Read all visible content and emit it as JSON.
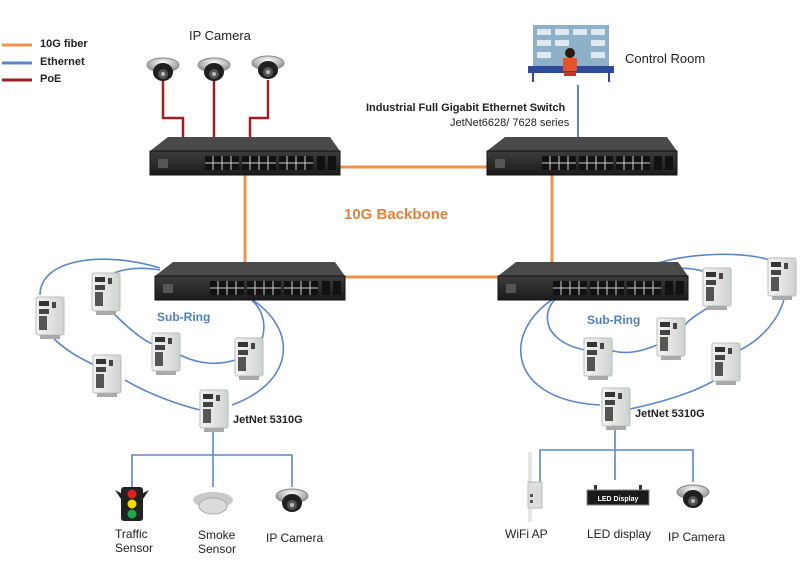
{
  "legend": [
    {
      "label": "10G fiber",
      "color": "#f0944a"
    },
    {
      "label": "Ethernet",
      "color": "#5b86c9"
    },
    {
      "label": "PoE",
      "color": "#a11d21"
    }
  ],
  "colors": {
    "fiber": "#f0944a",
    "ethernet": "#5b86c9",
    "poe": "#a11d21",
    "switch_body": "#2a2a2a",
    "din_switch": "#e9ece8"
  },
  "labels": {
    "top_cameras": "IP Camera",
    "control_room": "Control Room",
    "switch_title": "Industrial Full Gigabit Ethernet Switch",
    "switch_model": "JetNet6628/ 7628 series",
    "backbone": "10G Backbone",
    "subring_left": "Sub-Ring",
    "subring_right": "Sub-Ring",
    "edge_left": "JetNet 5310G",
    "edge_right": "JetNet 5310G",
    "led_panel_text": "LED Display"
  },
  "devices_left": [
    {
      "label_line1": "Traffic",
      "label_line2": "Sensor"
    },
    {
      "label_line1": "Smoke",
      "label_line2": "Sensor"
    },
    {
      "label_line1": "IP Camera",
      "label_line2": ""
    }
  ],
  "devices_right": [
    {
      "label_line1": "WiFi AP"
    },
    {
      "label_line1": "LED display"
    },
    {
      "label_line1": "IP Camera"
    }
  ]
}
